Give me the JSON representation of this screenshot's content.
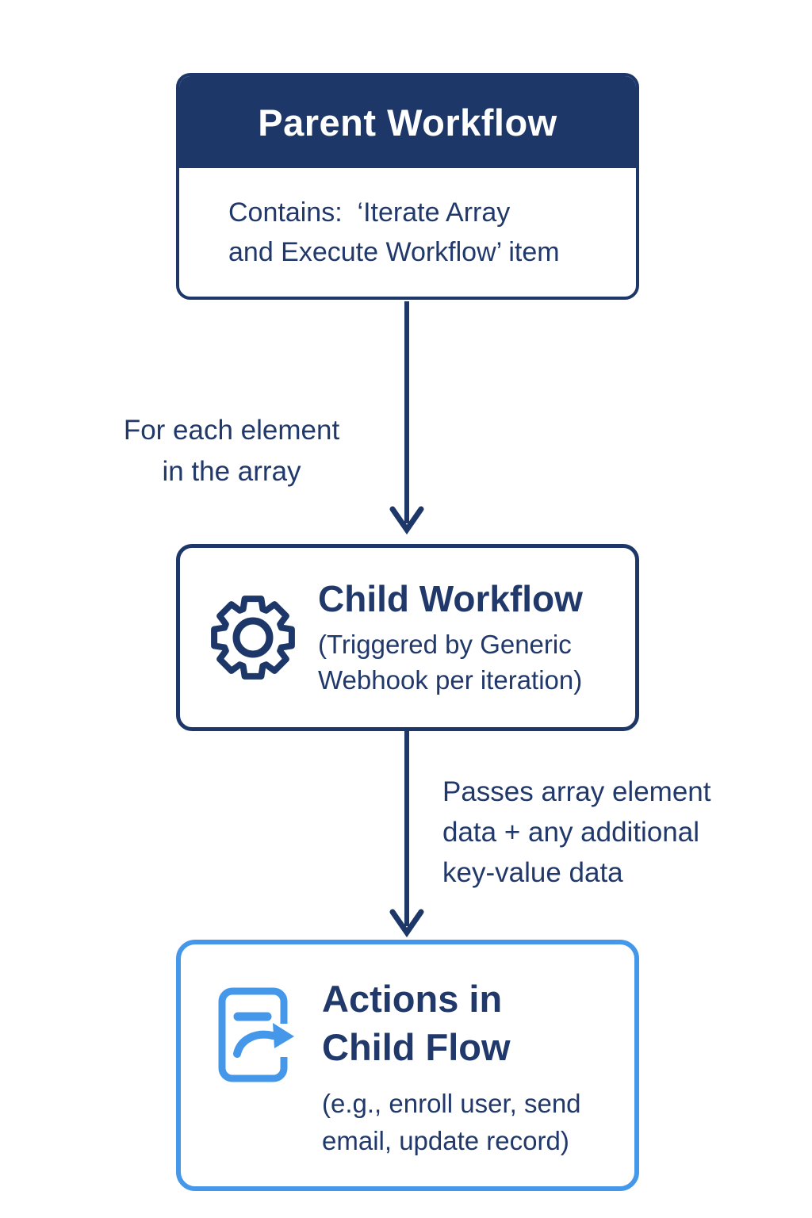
{
  "colors": {
    "navy": "#1d3768",
    "text": "#21386b",
    "light_blue": "#4598e9",
    "white": "#ffffff"
  },
  "parent_box": {
    "title": "Parent Workflow",
    "body": "Contains:  ‘Iterate Array\nand Execute Workflow’ item"
  },
  "arrow1": {
    "label": "For each element\nin the array"
  },
  "child_box": {
    "icon": "gear-icon",
    "title": "Child Workflow",
    "subtitle": "(Triggered by Generic\nWebhook per iteration)"
  },
  "arrow2": {
    "label": "Passes array element\ndata + any additional\nkey-value data"
  },
  "actions_box": {
    "icon": "document-forward-icon",
    "title": "Actions in\nChild Flow",
    "subtitle": "(e.g., enroll user, send\nemail, update record)"
  }
}
